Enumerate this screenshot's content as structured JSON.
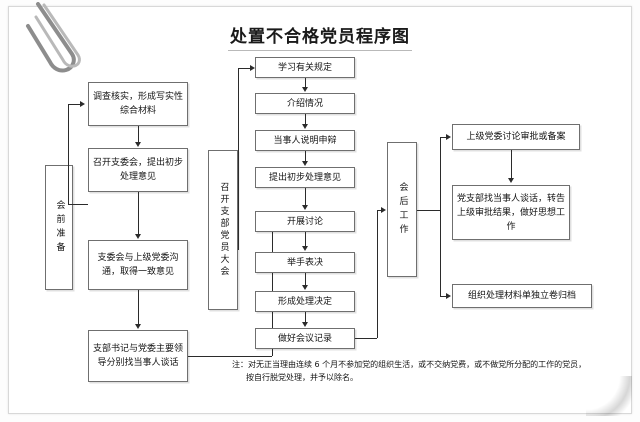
{
  "document": {
    "title": "处置不合格党员程序图",
    "decorations": {
      "paperclip": "paperclip-icon"
    }
  },
  "stages": [
    {
      "id": "pre-meeting",
      "label": "会前准备"
    },
    {
      "id": "branch-member-meeting",
      "label": "召开支部党员大会"
    },
    {
      "id": "post-meeting",
      "label": "会后工作"
    }
  ],
  "pre_meeting_steps": [
    {
      "id": "investigate",
      "label": "调查核实，形成写实性综合材料"
    },
    {
      "id": "branch-committee",
      "label": "召开支委会，提出初步处理意见"
    },
    {
      "id": "consult-superior",
      "label": "支委会与上级党委沟通，取得一致意见"
    },
    {
      "id": "secretary-talk",
      "label": "支部书记与党委主要领导分别找当事人谈话"
    }
  ],
  "meeting_steps": [
    {
      "id": "study-rules",
      "label": "学习有关规定"
    },
    {
      "id": "introduce",
      "label": "介绍情况"
    },
    {
      "id": "party-defense",
      "label": "当事人说明申辩"
    },
    {
      "id": "propose-opinion",
      "label": "提出初步处理意见"
    },
    {
      "id": "discussion",
      "label": "开展讨论"
    },
    {
      "id": "show-of-hands",
      "label": "举手表决"
    },
    {
      "id": "form-decision",
      "label": "形成处理决定"
    },
    {
      "id": "minutes",
      "label": "做好会议记录"
    }
  ],
  "post_meeting_steps": [
    {
      "id": "superior-approval",
      "label": "上级党委讨论审批或备案"
    },
    {
      "id": "branch-inform",
      "label": "党支部找当事人谈话，转告上级审批结果，做好思想工作"
    },
    {
      "id": "archive",
      "label": "组织处理材料单独立卷归档"
    }
  ],
  "footnote": {
    "line1": "注：对无正当理由连续 6 个月不参加党的组织生活，或不交纳党费，或不做党所分配的工作的党员，",
    "line2": "按自行脱党处理，并予以除名。"
  },
  "colors": {
    "paper": "#ffffff",
    "border": "#6f6f6f",
    "line": "#2b2b2b",
    "text": "#141414"
  }
}
